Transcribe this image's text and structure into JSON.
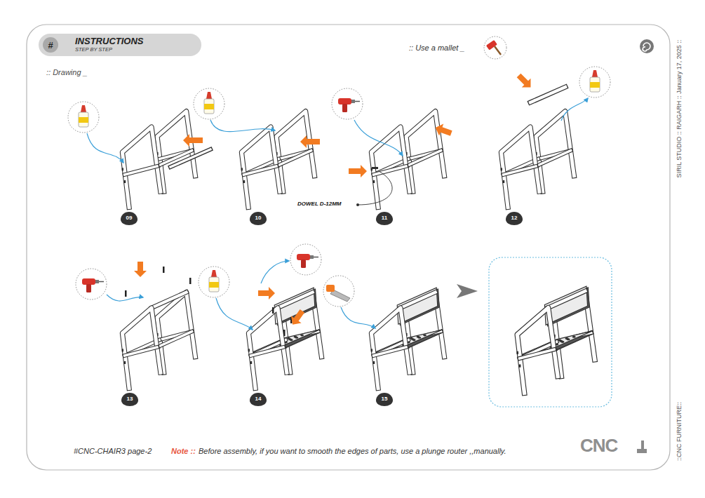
{
  "diagram": {
    "nodes": [
      {
        "text": [
          "INSTRUCTIONS",
          "STEP BY STEP"
        ]
      },
      {
        "text": [
          "#"
        ],
        "in": 0
      },
      {
        "text": [
          "09"
        ]
      },
      {
        "text": [
          "10"
        ]
      },
      {
        "text": [
          "11"
        ]
      },
      {
        "text": [
          "12"
        ]
      },
      {
        "text": [
          "13"
        ]
      },
      {
        "text": [
          "14"
        ]
      },
      {
        "text": [
          "15"
        ]
      }
    ],
    "labels": [
      ":: Drawing _",
      ":: Use a mallet _",
      "DOWEL D-12MM",
      "#CNC-CHAIR3 page-2",
      "Note ::",
      "Before assembly, if you want to smooth the edges of parts, use a plunge router ,,manually.",
      "CNC",
      "SIRIL STUDIO :: RAIGARH :: January 17, 2025 ::",
      "::CNC FURNITURE::"
    ]
  }
}
